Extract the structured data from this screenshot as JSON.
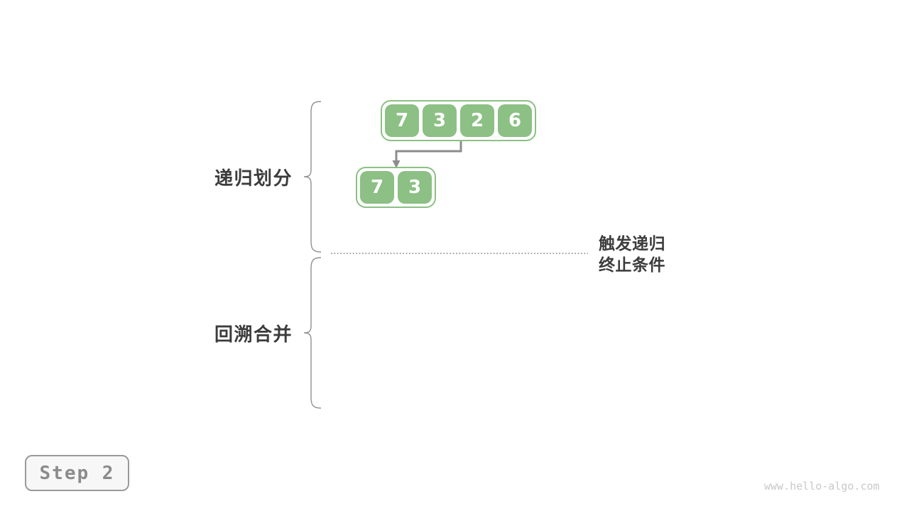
{
  "labels": {
    "recursive_divide": "递归划分",
    "backtrack_merge": "回溯合并",
    "termination_note_line1": "触发递归",
    "termination_note_line2": "终止条件"
  },
  "arrays": {
    "top": {
      "values": [
        "7",
        "3",
        "2",
        "6"
      ]
    },
    "left_child": {
      "values": [
        "7",
        "3"
      ]
    }
  },
  "step_badge": {
    "label": "Step 2"
  },
  "watermark": {
    "text": "www.hello-algo.com"
  },
  "colors": {
    "page_bg": "#ffffff",
    "cell_green": "#8cc084",
    "arrow_gray": "#8c8c8c",
    "brace_gray": "#909090",
    "dotted_gray": "#8a8a8a",
    "label_dark": "#3c3c3c",
    "badge_bg": "#f7f7f7",
    "badge_border": "#9a9a9a",
    "badge_text_gray": "#8b8b8b",
    "watermark_gray": "#c9c9c9"
  }
}
